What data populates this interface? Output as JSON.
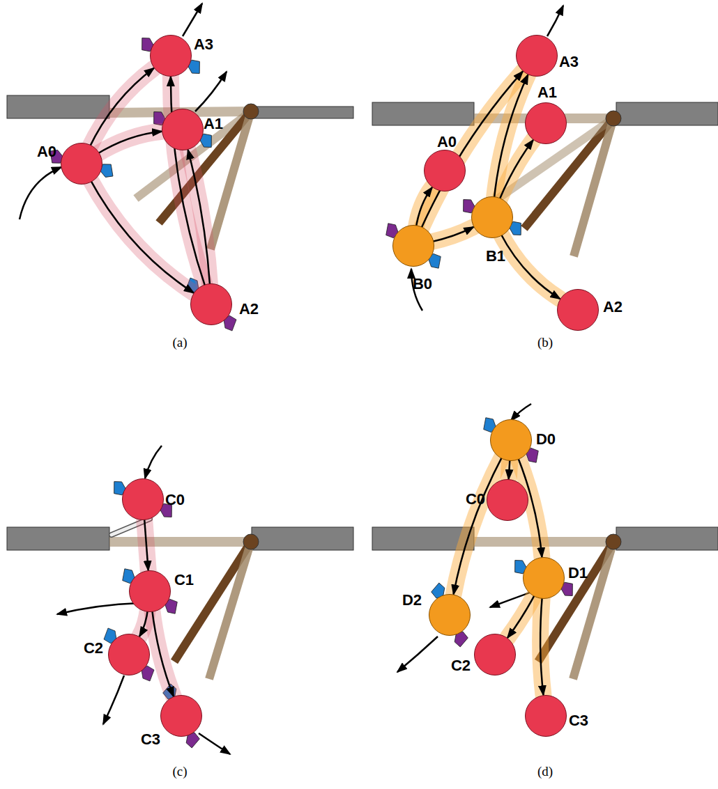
{
  "diagram": {
    "nodes": [
      {
        "text": [
          "A0"
        ]
      },
      {
        "text": [
          "A1"
        ]
      },
      {
        "text": [
          "A2"
        ]
      },
      {
        "text": [
          "A3"
        ]
      },
      {
        "text": [
          "A3"
        ]
      },
      {
        "text": [
          "A0"
        ]
      },
      {
        "text": [
          "A1"
        ]
      },
      {
        "text": [
          "B0"
        ]
      },
      {
        "text": [
          "B1"
        ]
      },
      {
        "text": [
          "A2"
        ]
      },
      {
        "text": [
          "C0"
        ]
      },
      {
        "text": [
          "C1"
        ]
      },
      {
        "text": [
          "C2"
        ]
      },
      {
        "text": [
          "C3"
        ]
      },
      {
        "text": [
          "D0"
        ]
      },
      {
        "text": [
          "C0"
        ]
      },
      {
        "text": [
          "D1"
        ]
      },
      {
        "text": [
          "D2"
        ]
      },
      {
        "text": [
          "C2"
        ]
      },
      {
        "text": [
          "C3"
        ]
      }
    ],
    "edges": [
      {
        "from": 0,
        "to": 1,
        "arrow": "to"
      },
      {
        "from": 0,
        "to": 3,
        "arrow": "to"
      },
      {
        "from": 0,
        "to": 2,
        "arrow": "to"
      },
      {
        "from": 2,
        "to": 1,
        "arrow": "to"
      },
      {
        "from": 2,
        "to": 3,
        "arrow": "to"
      },
      {
        "from": 7,
        "to": 5,
        "arrow": "to"
      },
      {
        "from": 7,
        "to": 4,
        "arrow": "to"
      },
      {
        "from": 7,
        "to": 8,
        "arrow": "to"
      },
      {
        "from": 8,
        "to": 4,
        "arrow": "to"
      },
      {
        "from": 8,
        "to": 6,
        "arrow": "to"
      },
      {
        "from": 8,
        "to": 9,
        "arrow": "to"
      },
      {
        "from": 10,
        "to": 11,
        "arrow": "to"
      },
      {
        "from": 11,
        "to": 12,
        "arrow": "to"
      },
      {
        "from": 11,
        "to": 13,
        "arrow": "to"
      },
      {
        "from": 14,
        "to": 15,
        "arrow": "to"
      },
      {
        "from": 14,
        "to": 16,
        "arrow": "to"
      },
      {
        "from": 14,
        "to": 17,
        "arrow": "to"
      },
      {
        "from": 16,
        "to": 18,
        "arrow": "to"
      },
      {
        "from": 16,
        "to": 19,
        "arrow": "to"
      }
    ],
    "labels": [
      "(a)",
      "(b)",
      "(c)",
      "(d)"
    ]
  }
}
